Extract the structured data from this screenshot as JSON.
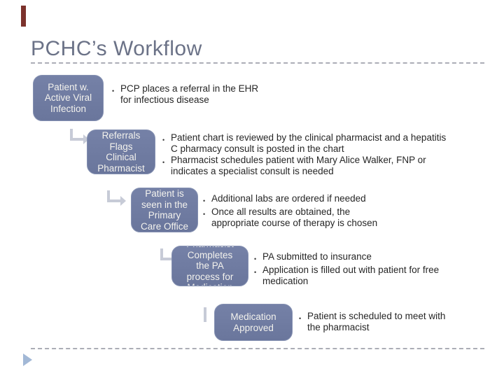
{
  "slide": {
    "title": "PCHC’s Workflow",
    "bullet_char": "•",
    "colors": {
      "accent_bar": "#7c322c",
      "title": "#6b7287",
      "box_fill": "#6a769c",
      "box_border": "#8591b2",
      "box_text": "#f3f2ed",
      "bullet_text": "#262626",
      "connector": "#c7cbd7",
      "triangle": "#a2b8d6",
      "dash": "#abadb6"
    },
    "steps": [
      {
        "box_label": "Patient w.\nActive Viral\nInfection",
        "bullets": [
          "PCP places a referral in the EHR\nfor infectious disease"
        ]
      },
      {
        "box_label": "Referrals\nFlags\nClinical\nPharmacist",
        "bullets": [
          "Patient chart is reviewed by the clinical pharmacist and a hepatitis\nC pharmacy consult is posted in the chart",
          "Pharmacist schedules patient with Mary Alice Walker, FNP or\nindicates a specialist consult is needed"
        ]
      },
      {
        "box_label": "Patient is\nseen in the\nPrimary\nCare Office",
        "bullets": [
          "Additional labs are ordered if needed",
          "Once all results are obtained, the\nappropriate course of therapy is chosen"
        ]
      },
      {
        "box_label": "Pharmacist\nCompletes\nthe PA\nprocess for\nMedication",
        "bullets": [
          "PA submitted to insurance",
          "Application is filled out with patient for free\nmedication"
        ]
      },
      {
        "box_label": "Medication\nApproved",
        "bullets": [
          "Patient is scheduled to meet with\nthe pharmacist"
        ]
      }
    ]
  }
}
